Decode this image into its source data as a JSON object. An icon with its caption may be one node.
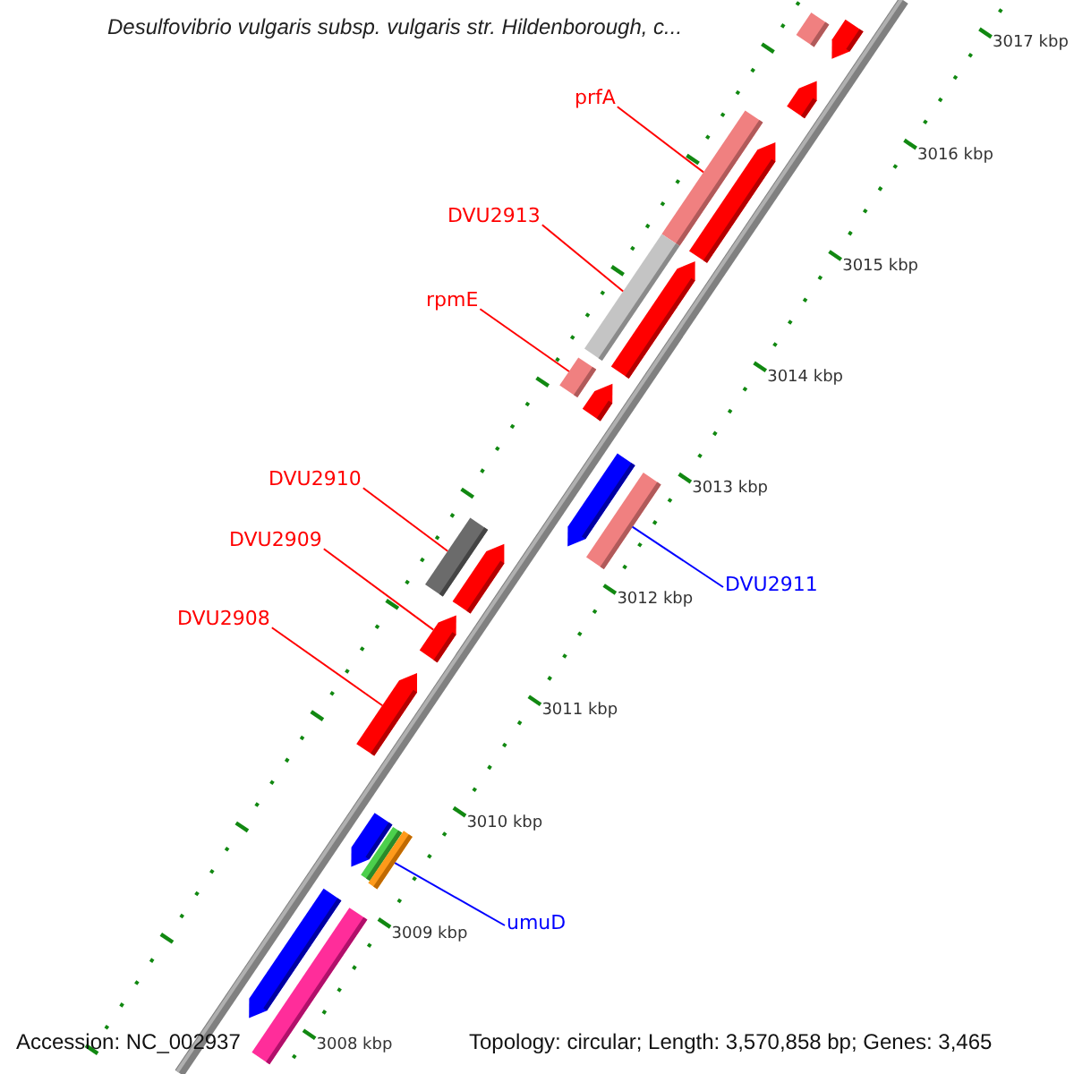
{
  "diagram": {
    "title": "Desulfovibrio vulgaris subsp. vulgaris str. Hildenborough, c...",
    "nodes": [
      {
        "text": [],
        "shape": "box"
      },
      {
        "text": [],
        "shape": "pentagon"
      },
      {
        "text": [
          "prfA"
        ]
      },
      {
        "text": [],
        "shape": "pentagon"
      },
      {
        "text": [],
        "shape": "box"
      },
      {
        "text": [],
        "shape": "pentagon"
      },
      {
        "text": [
          "DVU2913"
        ]
      },
      {
        "text": [],
        "shape": "box"
      },
      {
        "text": [],
        "shape": "pentagon"
      },
      {
        "text": [
          "rpmE"
        ]
      },
      {
        "text": [],
        "shape": "box"
      },
      {
        "text": [],
        "shape": "pentagon"
      },
      {
        "text": [],
        "shape": "pentagon"
      },
      {
        "text": [],
        "shape": "box"
      },
      {
        "text": [
          "DVU2910"
        ]
      },
      {
        "text": [],
        "shape": "box"
      },
      {
        "text": [],
        "shape": "pentagon"
      },
      {
        "text": [
          "DVU2909"
        ]
      },
      {
        "text": [
          "DVU2911"
        ]
      },
      {
        "text": [],
        "shape": "pentagon"
      },
      {
        "text": [
          "DVU2908"
        ]
      },
      {
        "text": [],
        "shape": "pentagon"
      },
      {
        "text": [],
        "shape": "pentagon"
      },
      {
        "text": [],
        "shape": "box"
      },
      {
        "text": [],
        "shape": "box"
      },
      {
        "text": [],
        "shape": "pentagon"
      },
      {
        "text": [
          "umuD"
        ]
      },
      {
        "text": [],
        "shape": "box"
      }
    ],
    "edges": [
      {
        "from": 2,
        "to": 4,
        "arrow": "none"
      },
      {
        "from": 6,
        "to": 7,
        "arrow": "none"
      },
      {
        "from": 9,
        "to": 10,
        "arrow": "none"
      },
      {
        "from": 14,
        "to": 15,
        "arrow": "none"
      },
      {
        "from": 17,
        "to": 19,
        "arrow": "none"
      },
      {
        "from": 18,
        "to": 13,
        "arrow": "none",
        "color": "#0000ff"
      },
      {
        "from": 20,
        "to": 21,
        "arrow": "none"
      },
      {
        "from": 26,
        "to": 24,
        "arrow": "none",
        "color": "#0000ff"
      }
    ],
    "labels": [
      "3017 kbp",
      "3016 kbp",
      "3015 kbp",
      "3014 kbp",
      "3013 kbp",
      "3012 kbp",
      "3011 kbp",
      "3010 kbp",
      "3009 kbp",
      "3008 kbp",
      "Accession: NC_002937",
      "Topology: circular; Length: 3,570,858 bp; Genes: 3,465"
    ]
  }
}
